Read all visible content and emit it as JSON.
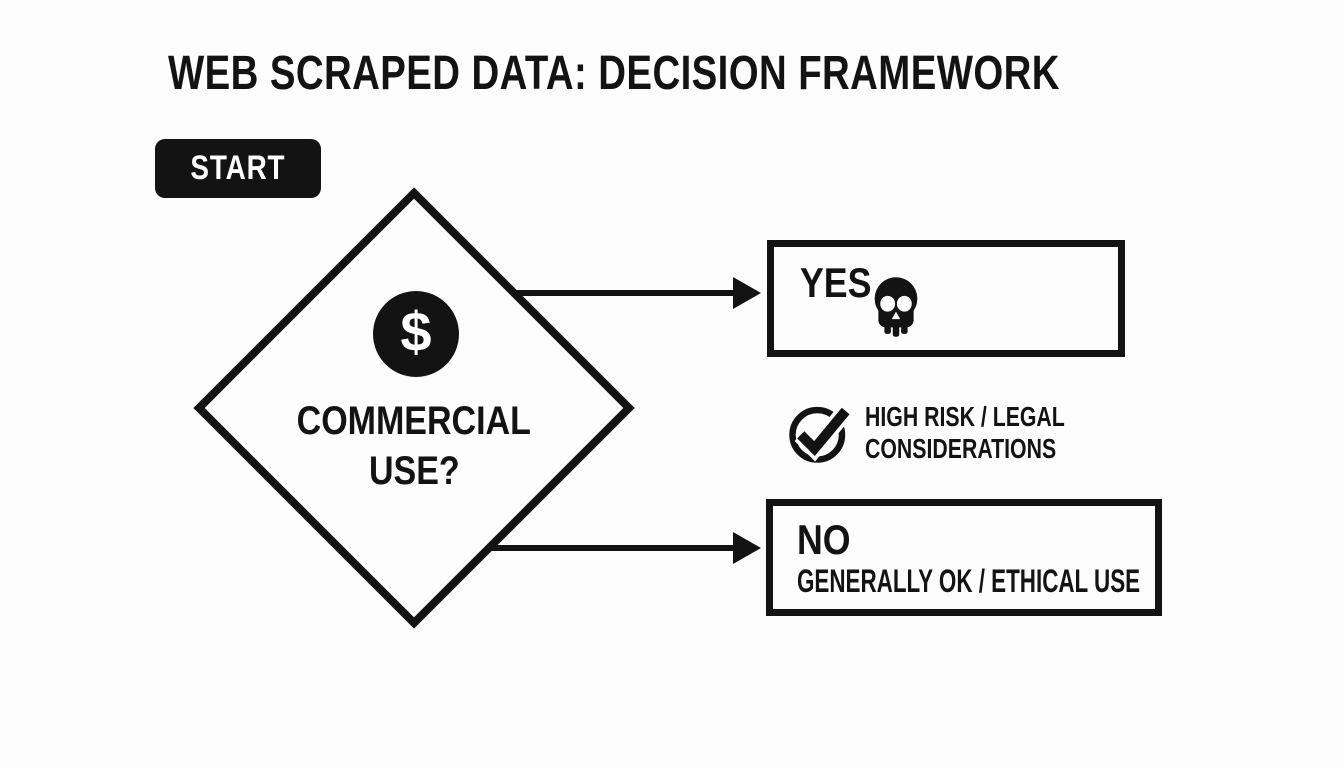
{
  "title": "WEB SCRAPED DATA: DECISION FRAMEWORK",
  "colors": {
    "ink": "#131313",
    "paper": "#fdfdfd"
  },
  "flowchart": {
    "start": {
      "label": "START"
    },
    "decision": {
      "icon": "dollar-icon",
      "currency_symbol": "$",
      "question_line1": "COMMERCIAL",
      "question_line2": "USE?"
    },
    "yes_branch": {
      "label": "YES",
      "icon": "skull-icon"
    },
    "risk_note": {
      "icon": "check-circle-icon",
      "line1": "HIGH RISK / LEGAL",
      "line2": "CONSIDERATIONS"
    },
    "no_branch": {
      "label": "NO",
      "sublabel": "GENERALLY OK / ETHICAL USE"
    }
  }
}
